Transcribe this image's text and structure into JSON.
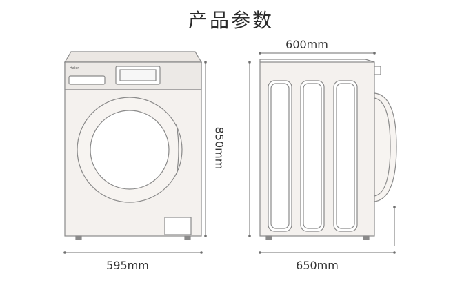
{
  "title": "产品参数",
  "dimensions": {
    "depth": "600mm",
    "height": "850mm",
    "width": "595mm",
    "depth_with_door": "650mm"
  },
  "front_view": {
    "brand_logo": "Haier"
  },
  "colors": {
    "outline": "#8a8a8a",
    "body_fill": "#f2eeea",
    "panel_fill": "#e9e6e2",
    "dimension_line": "#6f6f6f"
  }
}
